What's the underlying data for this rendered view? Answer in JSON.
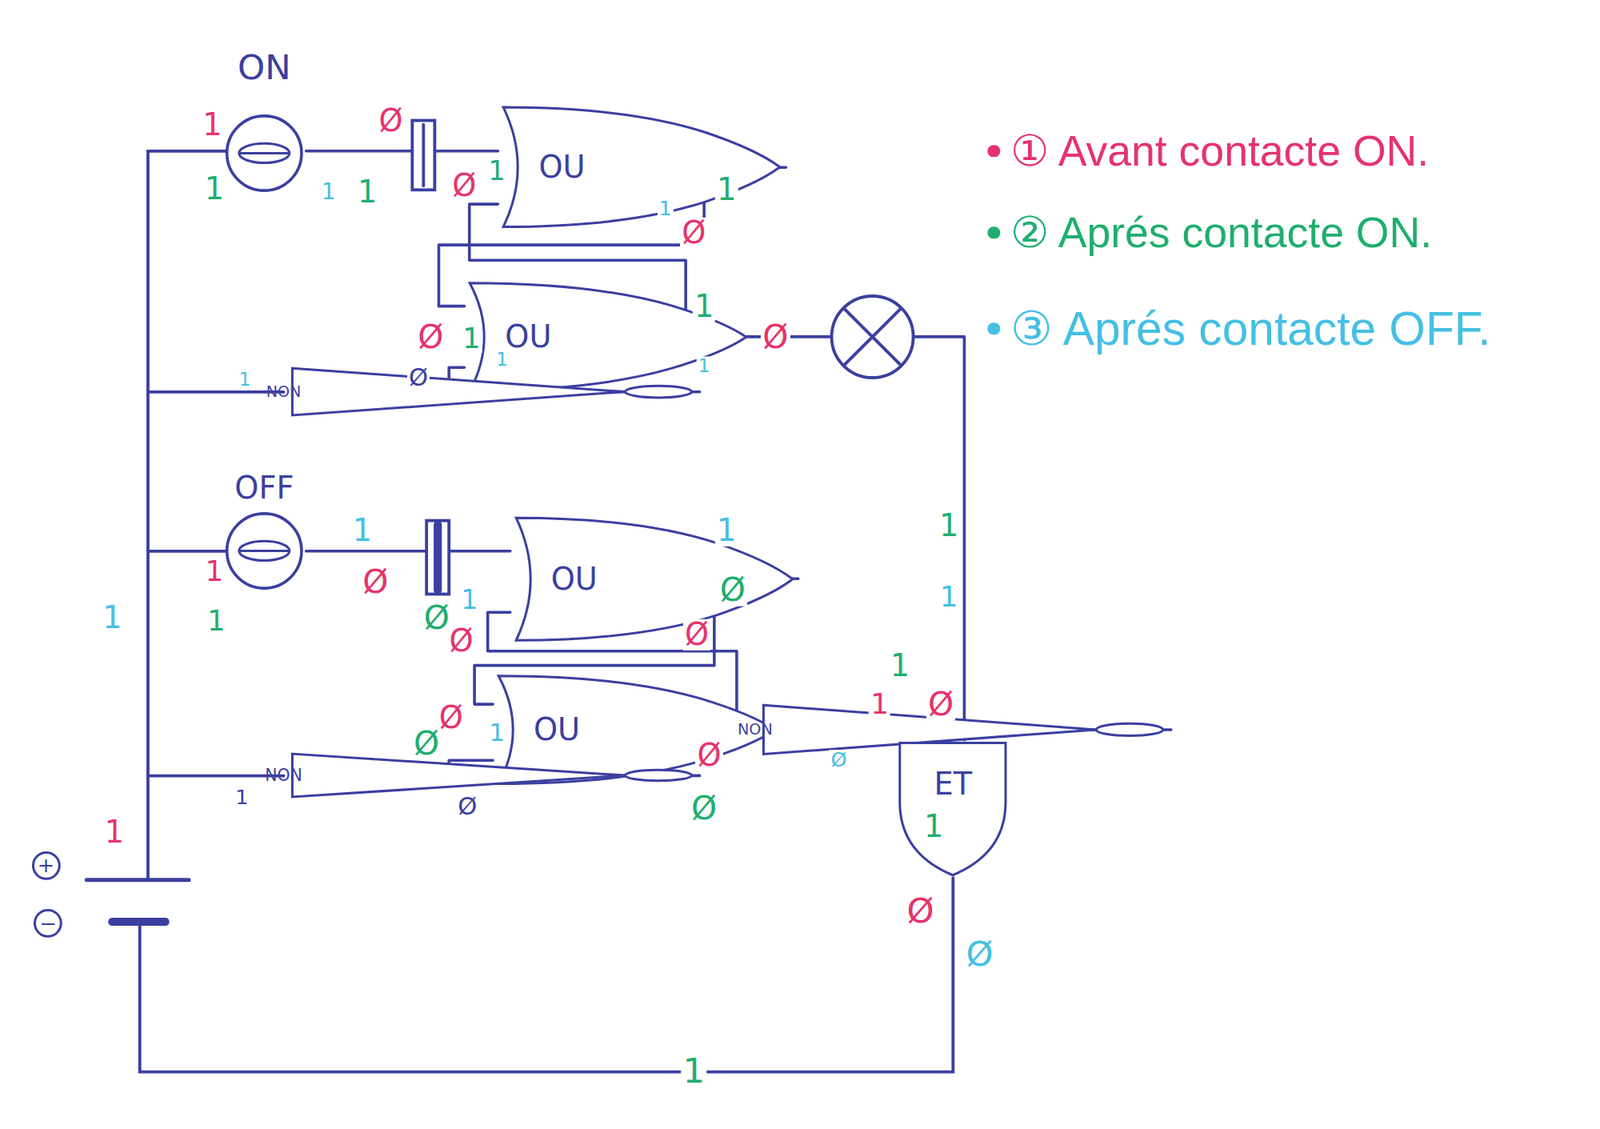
{
  "diagram": {
    "nodes": [
      {
        "text": [
          "ON"
        ]
      },
      {
        "text": [
          "OU"
        ]
      },
      {
        "text": [
          "OU"
        ]
      },
      {
        "text": [
          "NON"
        ]
      },
      {
        "text": [
          "OFF"
        ]
      },
      {
        "text": [
          "OU"
        ]
      },
      {
        "text": [
          "OU"
        ]
      },
      {
        "text": [
          "NON"
        ]
      },
      {
        "text": [
          "NON"
        ]
      },
      {
        "text": [
          "ET"
        ]
      },
      {
        "text": [
          "+"
        ]
      },
      {
        "text": [
          "−"
        ]
      }
    ],
    "edges": [
      {
        "from": 0,
        "to": 1,
        "arrow": "none"
      },
      {
        "from": 1,
        "to": 2,
        "arrow": "none"
      },
      {
        "from": 2,
        "to": 1,
        "arrow": "none"
      },
      {
        "from": 3,
        "to": 2,
        "arrow": "none"
      },
      {
        "from": 2,
        "to": 9,
        "arrow": "none"
      },
      {
        "from": 4,
        "to": 5,
        "arrow": "none"
      },
      {
        "from": 5,
        "to": 6,
        "arrow": "none"
      },
      {
        "from": 6,
        "to": 5,
        "arrow": "none"
      },
      {
        "from": 7,
        "to": 6,
        "arrow": "none"
      },
      {
        "from": 6,
        "to": 8,
        "arrow": "none"
      },
      {
        "from": 8,
        "to": 9,
        "arrow": "none"
      }
    ],
    "labels": [
      "1",
      "1",
      "Ø",
      "1",
      "1",
      "Ø",
      "1",
      "1",
      "1",
      "Ø",
      "Ø",
      "1",
      "1",
      "1",
      "1",
      "Ø",
      "1",
      "Ø",
      "1",
      "1",
      "Ø",
      "1",
      "1",
      "Ø",
      "Ø",
      "1",
      "Ø",
      "Ø",
      "1",
      "Ø",
      "1",
      "Ø",
      "Ø",
      "1",
      "Ø",
      "Ø",
      "1",
      "1",
      "1",
      "Ø",
      "Ø",
      "1",
      "1",
      "1",
      "Ø",
      "Ø",
      "1"
    ],
    "legend": [
      {
        "text": "① Avant contacte ON.",
        "color": "#e6336b"
      },
      {
        "text": "② Aprés contacte ON.",
        "color": "#1fae6e"
      },
      {
        "text": "③ Aprés contacte OFF.",
        "color": "#45bfe3"
      }
    ]
  }
}
